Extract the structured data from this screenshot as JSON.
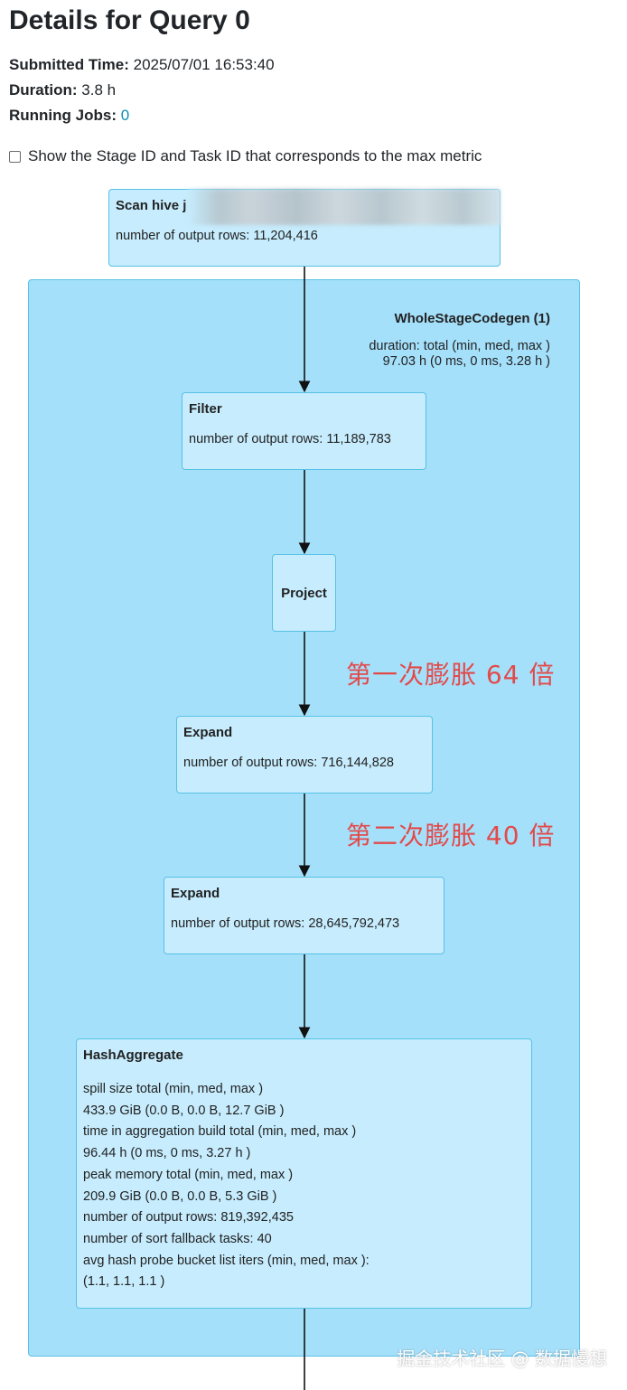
{
  "page": {
    "title": "Details for Query 0",
    "submitted_label": "Submitted Time:",
    "submitted_value": "2025/07/01 16:53:40",
    "duration_label": "Duration:",
    "duration_value": "3.8 h",
    "running_jobs_label": "Running Jobs:",
    "running_jobs_value": "0",
    "checkbox_label": "Show the Stage ID and Task ID that corresponds to the max metric"
  },
  "colors": {
    "cluster_fill": "#a5e0fb",
    "node_fill": "#c6ecfd",
    "node_border": "#57c2e6",
    "annotation": "#e24a4a",
    "link": "#0b8fb0"
  },
  "cluster": {
    "title": "WholeStageCodegen (1)",
    "metric_label": "duration: total (min, med, max )",
    "metric_value": "97.03 h (0 ms, 0 ms, 3.28 h )"
  },
  "nodes": {
    "scan": {
      "title": "Scan hive j",
      "metrics": [
        "number of output rows: 11,204,416"
      ]
    },
    "filter": {
      "title": "Filter",
      "metrics": [
        "number of output rows: 11,189,783"
      ]
    },
    "project": {
      "title": "Project"
    },
    "expand1": {
      "title": "Expand",
      "metrics": [
        "number of output rows: 716,144,828"
      ]
    },
    "expand2": {
      "title": "Expand",
      "metrics": [
        "number of output rows: 28,645,792,473"
      ]
    },
    "hashagg": {
      "title": "HashAggregate",
      "metrics": [
        "spill size total (min, med, max )",
        "433.9 GiB (0.0 B, 0.0 B, 12.7 GiB )",
        "time in aggregation build total (min, med, max )",
        "96.44 h (0 ms, 0 ms, 3.27 h )",
        "peak memory total (min, med, max )",
        "209.9 GiB (0.0 B, 0.0 B, 5.3 GiB )",
        "number of output rows: 819,392,435",
        "number of sort fallback tasks: 40",
        "avg hash probe bucket list iters (min, med, max ):",
        "(1.1, 1.1, 1.1 )"
      ]
    }
  },
  "annotations": {
    "first": "第一次膨胀 64 倍",
    "second": "第二次膨胀 40 倍"
  },
  "watermark": "掘金技术社区 @ 数据慢想"
}
